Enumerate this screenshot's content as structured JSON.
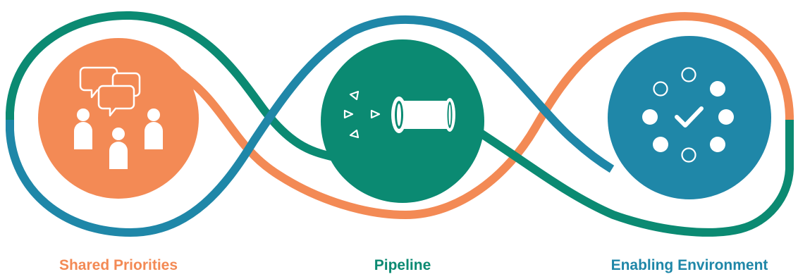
{
  "colors": {
    "orange": "#f38a55",
    "green": "#0b8a72",
    "blue": "#1f87a8",
    "white": "#ffffff"
  },
  "stages": [
    {
      "label": "Shared Priorities",
      "color": "#f38a55",
      "icon": "people-discussion-icon"
    },
    {
      "label": "Pipeline",
      "color": "#0b8a72",
      "icon": "pipeline-telescope-icon"
    },
    {
      "label": "Enabling Environment",
      "color": "#1f87a8",
      "icon": "checkmark-cycle-icon"
    }
  ]
}
